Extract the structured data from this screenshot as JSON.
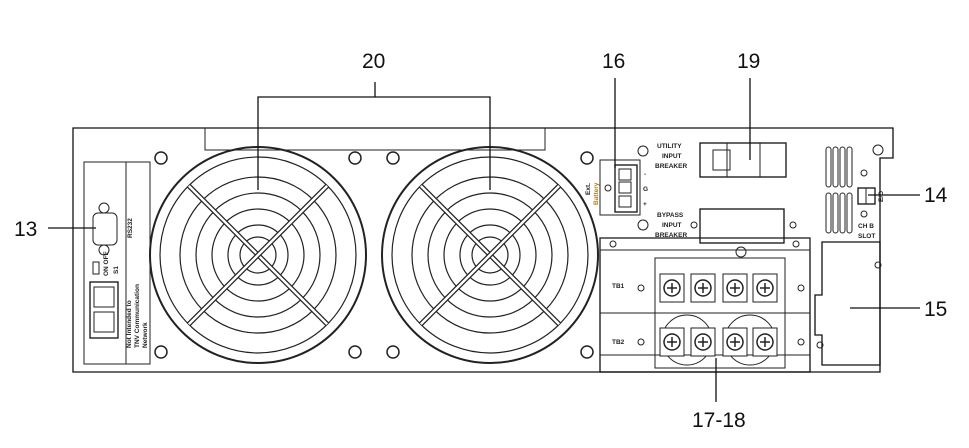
{
  "callouts": {
    "c20": "20",
    "c16": "16",
    "c19": "19",
    "c14": "14",
    "c13": "13",
    "c15": "15",
    "c1718": "17-18"
  },
  "panel_labels": {
    "rs232": "RS232",
    "switch_on_off": "ON OFF",
    "switch_s1": "S1",
    "network_note_1": "Not Intended to",
    "network_note_2": "TNV Communication",
    "network_note_3": "Network",
    "ext_battery_1": "Ext.",
    "ext_battery_2": "Battery",
    "minus": "-",
    "ground": "G",
    "plus": "+",
    "utility_1": "UTILITY",
    "utility_2": "INPUT",
    "utility_3": "BREAKER",
    "bypass_1": "BYPASS",
    "bypass_2": "INPUT",
    "bypass_3": "BREAKER",
    "eo": "E/O",
    "chb_1": "CH B",
    "chb_2": "SLOT",
    "tb1": "TB1",
    "tb2": "TB2"
  }
}
